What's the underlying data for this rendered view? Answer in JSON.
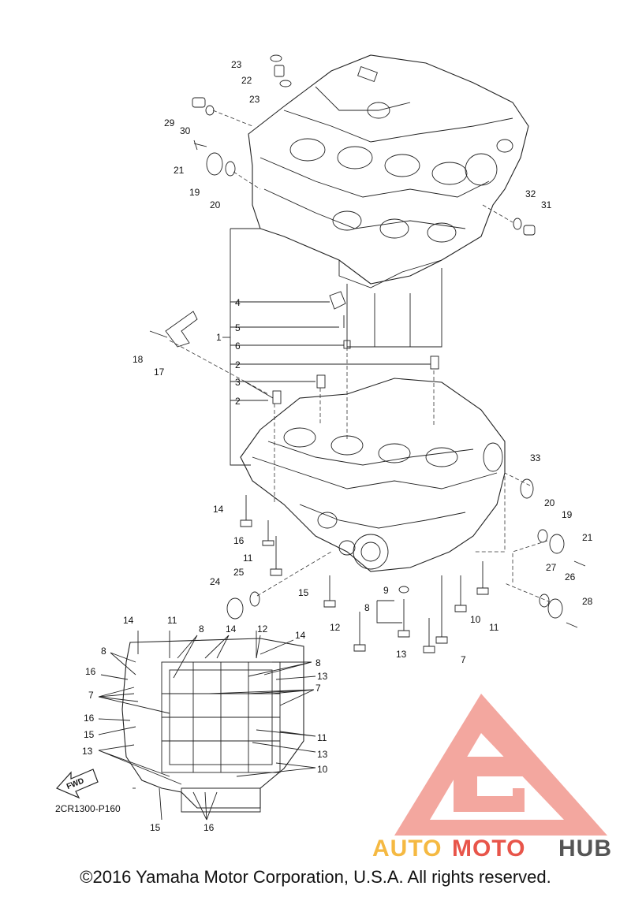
{
  "labels": [
    {
      "id": "c23a",
      "text": "23"
    },
    {
      "id": "c22",
      "text": "22"
    },
    {
      "id": "c23b",
      "text": "23"
    },
    {
      "id": "c29",
      "text": "29"
    },
    {
      "id": "c30",
      "text": "30"
    },
    {
      "id": "c21a",
      "text": "21"
    },
    {
      "id": "c19a",
      "text": "19"
    },
    {
      "id": "c20a",
      "text": "20"
    },
    {
      "id": "c32",
      "text": "32"
    },
    {
      "id": "c31",
      "text": "31"
    },
    {
      "id": "c4",
      "text": "4"
    },
    {
      "id": "c5",
      "text": "5"
    },
    {
      "id": "c6",
      "text": "6"
    },
    {
      "id": "c1",
      "text": "1"
    },
    {
      "id": "c2a",
      "text": "2"
    },
    {
      "id": "c3",
      "text": "3"
    },
    {
      "id": "c2b",
      "text": "2"
    },
    {
      "id": "c18",
      "text": "18"
    },
    {
      "id": "c17",
      "text": "17"
    },
    {
      "id": "c33",
      "text": "33"
    },
    {
      "id": "c14a",
      "text": "14"
    },
    {
      "id": "c16a",
      "text": "16"
    },
    {
      "id": "c11a",
      "text": "11"
    },
    {
      "id": "c20b",
      "text": "20"
    },
    {
      "id": "c19b",
      "text": "19"
    },
    {
      "id": "c21b",
      "text": "21"
    },
    {
      "id": "c25",
      "text": "25"
    },
    {
      "id": "c24",
      "text": "24"
    },
    {
      "id": "c15a",
      "text": "15"
    },
    {
      "id": "c9",
      "text": "9"
    },
    {
      "id": "c27",
      "text": "27"
    },
    {
      "id": "c26",
      "text": "26"
    },
    {
      "id": "c8a",
      "text": "8"
    },
    {
      "id": "c28",
      "text": "28"
    },
    {
      "id": "c12a",
      "text": "12"
    },
    {
      "id": "c10a",
      "text": "10"
    },
    {
      "id": "c11b",
      "text": "11"
    },
    {
      "id": "c13a",
      "text": "13"
    },
    {
      "id": "c7a",
      "text": "7"
    },
    {
      "id": "i14a",
      "text": "14"
    },
    {
      "id": "i11",
      "text": "11"
    },
    {
      "id": "i8a",
      "text": "8"
    },
    {
      "id": "i14b",
      "text": "14"
    },
    {
      "id": "i12",
      "text": "12"
    },
    {
      "id": "i14c",
      "text": "14"
    },
    {
      "id": "i8b",
      "text": "8"
    },
    {
      "id": "i8c",
      "text": "8"
    },
    {
      "id": "i13a",
      "text": "13"
    },
    {
      "id": "i16a",
      "text": "16"
    },
    {
      "id": "i7a",
      "text": "7"
    },
    {
      "id": "i7b",
      "text": "7"
    },
    {
      "id": "i16b",
      "text": "16"
    },
    {
      "id": "i15a",
      "text": "15"
    },
    {
      "id": "i11b",
      "text": "11"
    },
    {
      "id": "i13b",
      "text": "13"
    },
    {
      "id": "i13c",
      "text": "13"
    },
    {
      "id": "i10",
      "text": "10"
    },
    {
      "id": "i15b",
      "text": "15"
    },
    {
      "id": "i16c",
      "text": "16"
    }
  ],
  "fwd_label": "FWD",
  "part_code": "2CR1300-P160",
  "watermark": {
    "auto": "AUTO",
    "moto": "MOTO",
    "hub": "HUB",
    "color_orange": "#f5b942",
    "color_red": "#e8554a",
    "color_gray": "#555555",
    "logo_color": "#f08a80"
  },
  "copyright": "©2016 Yamaha Motor Corporation, U.S.A. All rights reserved."
}
